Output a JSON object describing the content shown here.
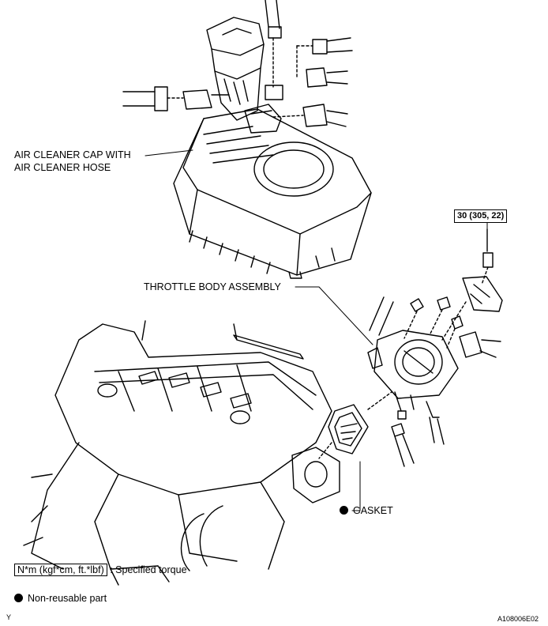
{
  "labels": {
    "air_cleaner_line1": "AIR CLEANER CAP WITH",
    "air_cleaner_line2": "AIR CLEANER HOSE",
    "throttle_body": "THROTTLE BODY ASSEMBLY",
    "torque_spec": "30 (305, 22)",
    "gasket": "GASKET"
  },
  "legend": {
    "torque_unit": "N*m (kgf*cm, ft.*lbf)",
    "torque_text": ": Specified torque",
    "nonreusable_text": "Non-reusable part"
  },
  "footer": {
    "left_code": "Y",
    "figure_code": "A108006E02"
  }
}
